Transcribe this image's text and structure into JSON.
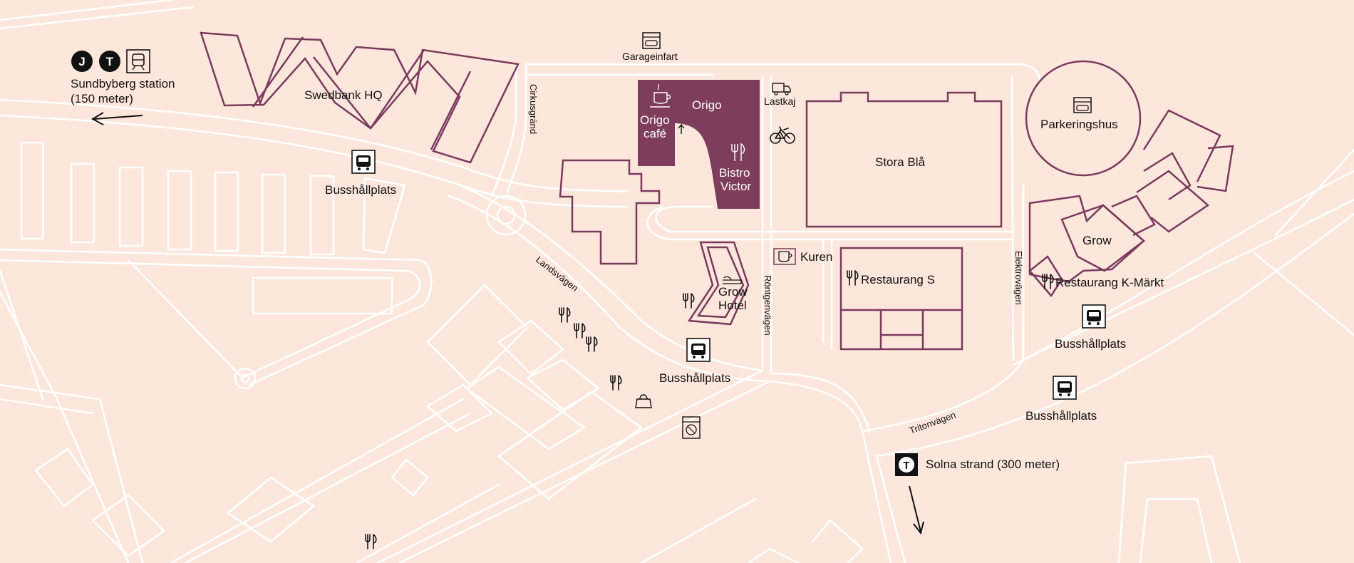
{
  "map": {
    "top_station": {
      "name": "Sundbyberg station",
      "distance": "(150 meter)",
      "badges": [
        "J",
        "T"
      ]
    },
    "solna": {
      "name": "Solna strand (300 meter)",
      "badge": "T"
    },
    "buildings": {
      "swedbank": "Swedbank HQ",
      "origo": "Origo",
      "origo_cafe_1": "Origo",
      "origo_cafe_2": "café",
      "bistro_1": "Bistro",
      "bistro_2": "Victor",
      "stora_bla": "Stora Blå",
      "parkering": "Parkeringshus",
      "grow": "Grow",
      "grow_hotel_1": "Grow",
      "grow_hotel_2": "Hotel",
      "restaurang_s": "Restaurang S",
      "restaurang_k": "Restaurang K-Märkt",
      "kuren": "Kuren"
    },
    "poi": {
      "garage": "Garageinfart",
      "lastkaj": "Lastkaj",
      "bus_label": "Busshållplats"
    },
    "roads": {
      "cirkusgrand": "Cirkusgränd",
      "landsvagen": "Landsvägen",
      "rontgenvagen": "Röntgenvägen",
      "elektrovagen": "Elektrovägen",
      "tritonvagen": "Tritonvägen"
    },
    "colors": {
      "background": "#fde7dd",
      "building": "#7a3a5c",
      "origo_fill": "#7e3d5c",
      "road": "#ffffff"
    }
  }
}
